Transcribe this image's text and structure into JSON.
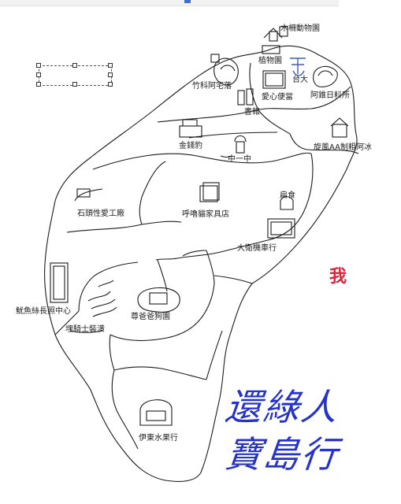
{
  "title_handwritten": [
    "還綠人",
    "寶島行"
  ],
  "me_label": "我",
  "places": [
    {
      "name": "木柵動物園"
    },
    {
      "name": "植物園"
    },
    {
      "name": "台大"
    },
    {
      "name": "竹科阿宅落"
    },
    {
      "name": "愛心便當"
    },
    {
      "name": "阿錐日料所"
    },
    {
      "name": "書報"
    },
    {
      "name": "金錢豹"
    },
    {
      "name": "中一中"
    },
    {
      "name": "旋風AA制粗阿冰"
    },
    {
      "name": "扁食"
    },
    {
      "name": "石頭性愛工廠"
    },
    {
      "name": "呼嚕貓家具店"
    },
    {
      "name": "大衛機車行"
    },
    {
      "name": "魷魚絲長照中心"
    },
    {
      "name": "埋騎士裝潢"
    },
    {
      "name": "尊爸爸狗園"
    },
    {
      "name": "伊東水果行"
    }
  ],
  "colors": {
    "outline": "#1b1b1b",
    "me": "#e0243b",
    "handwriting": "#2633c7",
    "tai_icon": "#3b5fbf"
  }
}
